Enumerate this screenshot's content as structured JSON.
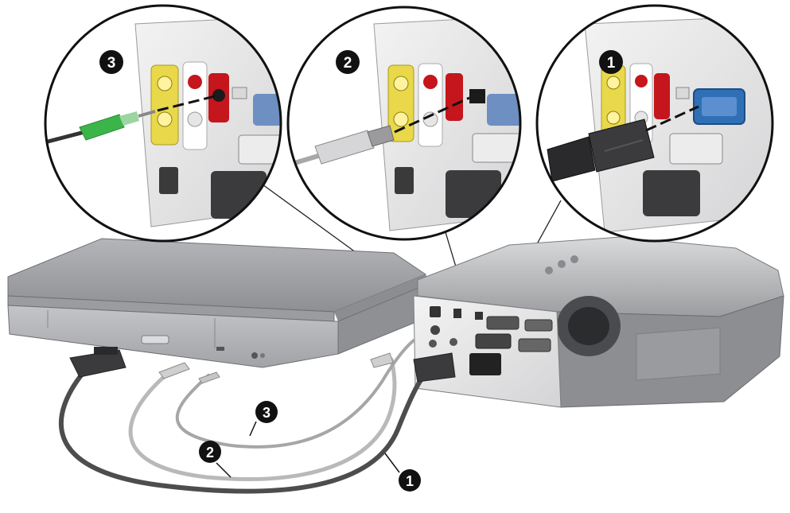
{
  "callouts": [
    {
      "id": "vga",
      "number": "1",
      "connector": "vga-connector"
    },
    {
      "id": "usb",
      "number": "2",
      "connector": "usb-connector"
    },
    {
      "id": "audio",
      "number": "3",
      "connector": "audio-connector"
    }
  ],
  "cable_labels": [
    {
      "id": "vga",
      "number": "1"
    },
    {
      "id": "usb",
      "number": "2"
    },
    {
      "id": "audio",
      "number": "3"
    }
  ],
  "colors": {
    "background": "#ffffff",
    "badge": "#111111",
    "laptop": "#a9aaad",
    "projector": "#c9cacc",
    "vga_port": "#2f6fb5",
    "audio_plug": "#3bb54a",
    "red_port": "#c4161c",
    "yellow_port": "#e8d84a",
    "cable_dark": "#4d4d4d",
    "cable_light": "#b9b9b9"
  }
}
